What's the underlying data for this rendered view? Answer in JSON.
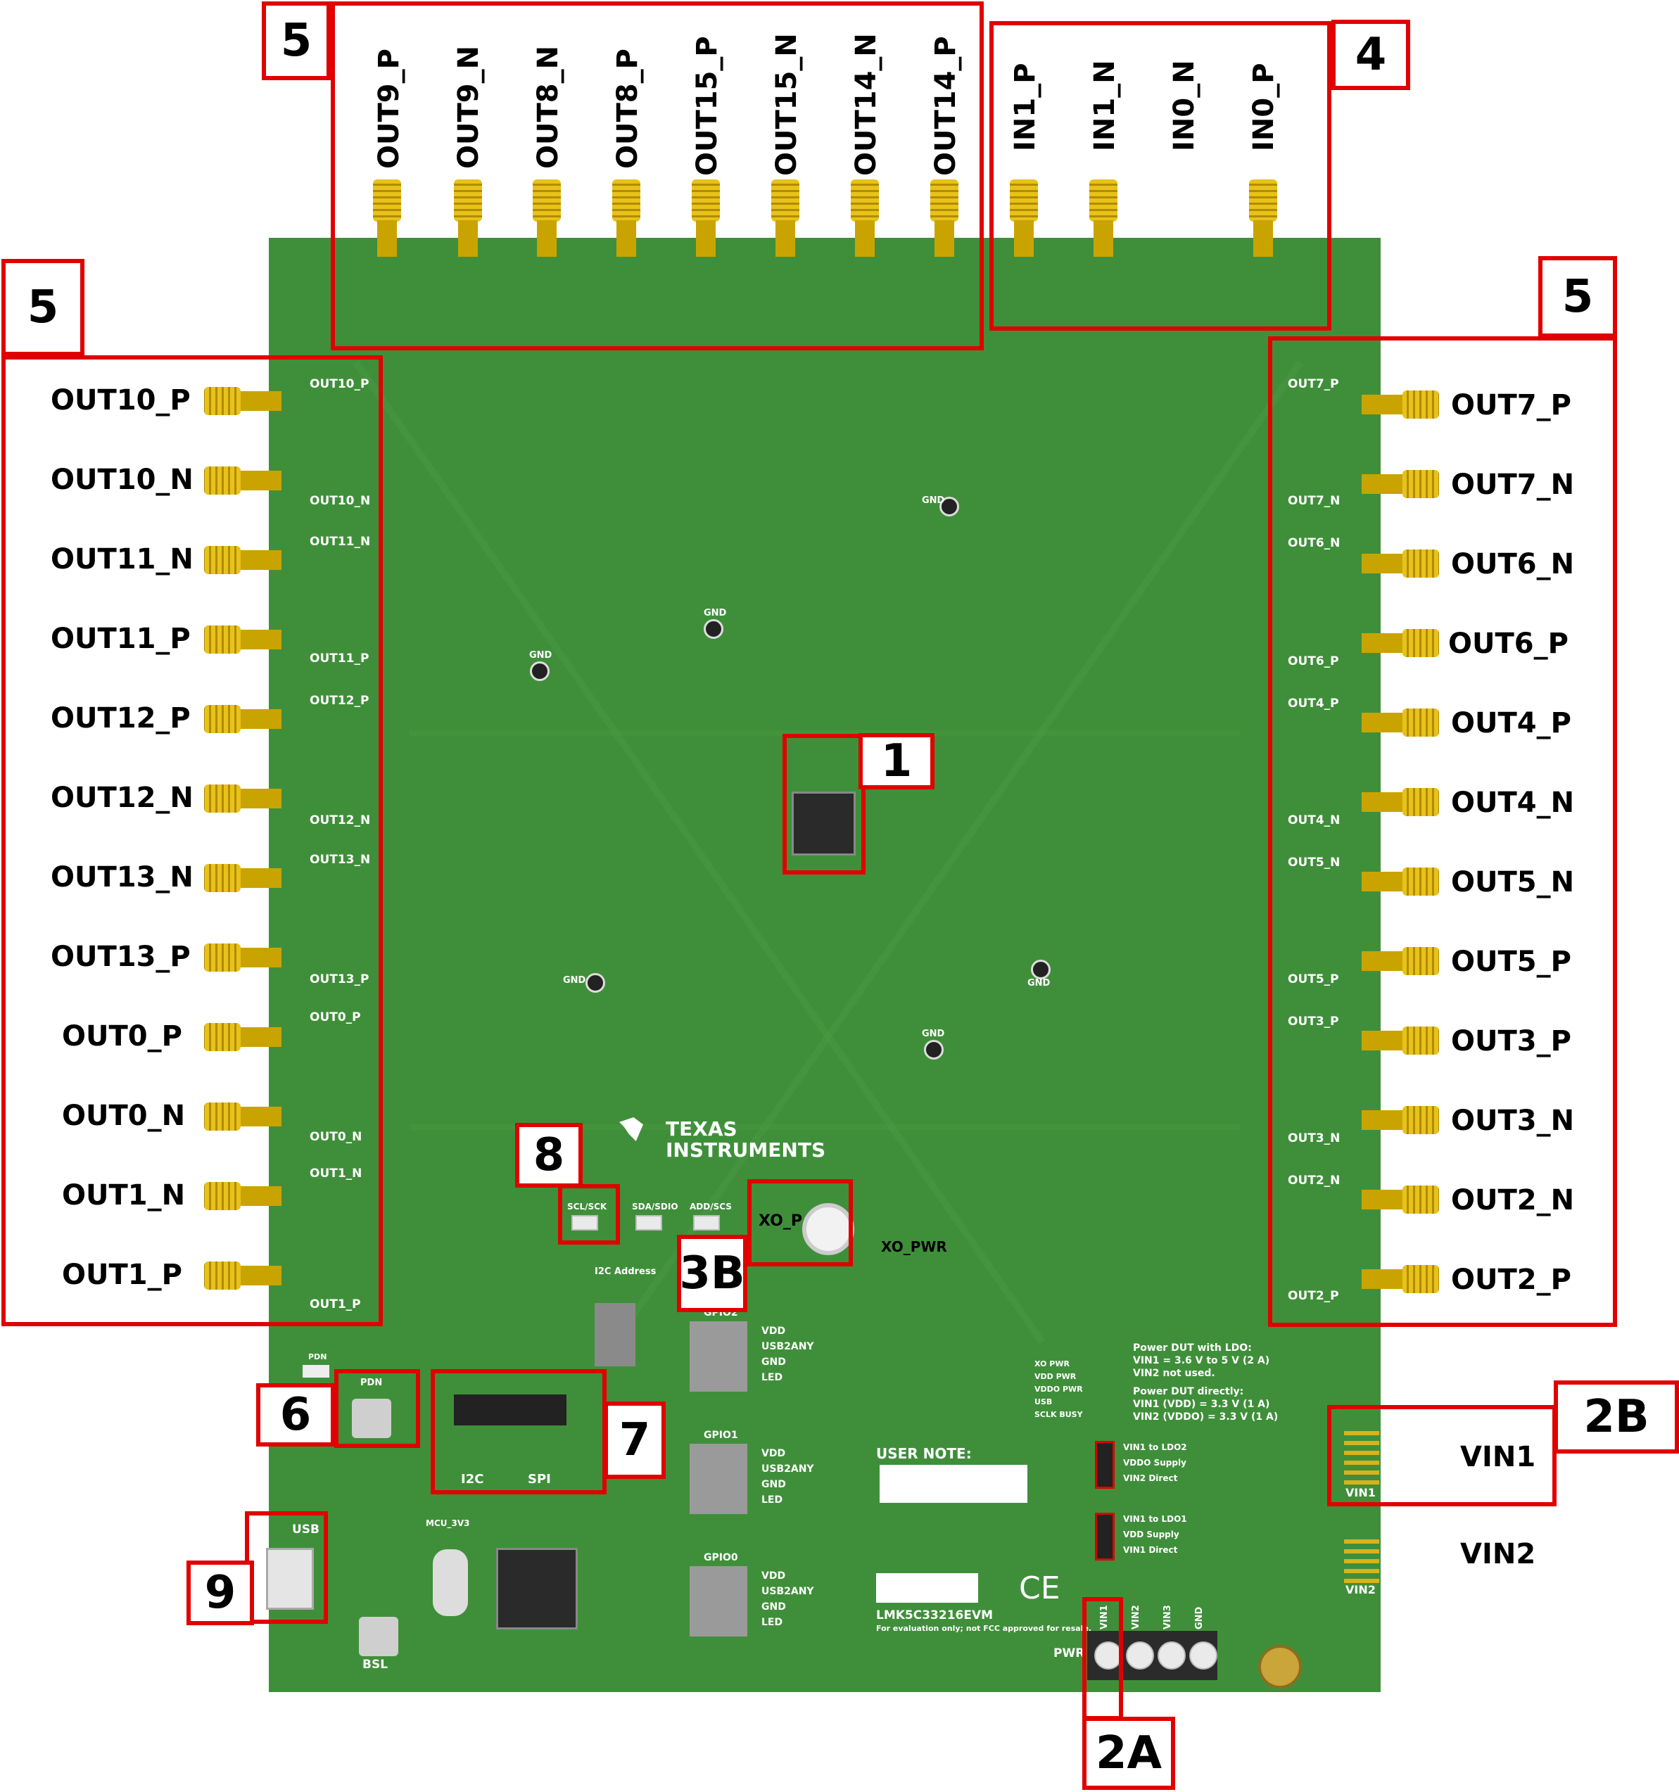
{
  "top_out_labels": [
    "OUT9_P",
    "OUT9_N",
    "OUT8_N",
    "OUT8_P",
    "OUT15_P",
    "OUT15_N",
    "OUT14_N",
    "OUT14_P"
  ],
  "top_in_labels": [
    "IN1_P",
    "IN1_N",
    "IN0_N",
    "IN0_P"
  ],
  "left_labels": [
    "OUT10_P",
    "OUT10_N",
    "OUT11_N",
    "OUT11_P",
    "OUT12_P",
    "OUT12_N",
    "OUT13_N",
    "OUT13_P",
    "OUT0_P",
    "OUT0_N",
    "OUT1_N",
    "OUT1_P"
  ],
  "right_labels": [
    "OUT7_P",
    "OUT7_N",
    "OUT6_N",
    "OUT6_P",
    "OUT4_P",
    "OUT4_N",
    "OUT5_N",
    "OUT5_P",
    "OUT3_P",
    "OUT3_N",
    "OUT2_N",
    "OUT2_P"
  ],
  "callouts": {
    "c1": "1",
    "c2a": "2A",
    "c2b": "2B",
    "c3b": "3B",
    "c4": "4",
    "c5_top": "5",
    "c5_left": "5",
    "c5_right": "5",
    "c6": "6",
    "c7": "7",
    "c8": "8",
    "c9": "9"
  },
  "side_labels": {
    "vin1": "VIN1",
    "vin2": "VIN2"
  },
  "board_text": {
    "brand_line1": "TEXAS",
    "brand_line2": "INSTRUMENTS",
    "user_note": "USER NOTE:",
    "board_name": "LMK5C33216EVM",
    "disclaimer": "For evaluation only; not FCC approved for resale.",
    "ce_mark": "CE",
    "xo_p": "XO_P",
    "xo_pwr": "XO_PWR",
    "pdn": "PDN",
    "usb": "USB",
    "bsl": "BSL",
    "i2c": "I2C",
    "spi": "SPI",
    "i2c_address": "I2C Address",
    "pwr": "PWR",
    "gnd": "GND",
    "mcu_3v3": "MCU_3V3",
    "scl_sck": "SCL/SCK",
    "sda_sdio": "SDA/SDIO",
    "addscs": "ADD/SCS",
    "gpio2": "GPIO2",
    "gpio1": "GPIO1",
    "gpio0": "GPIO0",
    "gpio_rows": [
      "VDD",
      "USB2ANY",
      "GND",
      "LED"
    ],
    "power_note_1": "Power DUT with LDO:",
    "power_note_2": "VIN1 = 3.6 V to 5 V (2 A)",
    "power_note_3": "VIN2 not used.",
    "power_note_4": "Power DUT directly:",
    "power_note_5": "VIN1 (VDD) = 3.3 V (1 A)",
    "power_note_6": "VIN2 (VDDO) = 3.3 V (1 A)",
    "led_labels": [
      "XO PWR",
      "VDD PWR",
      "VDDO PWR",
      "USB",
      "SCLK BUSY"
    ],
    "jp_vin1_ldo2": "VIN1 to LDO2",
    "jp_vddo_supply": "VDDO Supply",
    "jp_vin2_direct": "VIN2 Direct",
    "jp_vin1_ldo1": "VIN1 to LDO1",
    "jp_vdd_supply": "VDD Supply",
    "jp_vin1_direct": "VIN1 Direct",
    "terminal_labels": [
      "VIN1",
      "VIN2",
      "VIN3",
      "GND"
    ]
  }
}
